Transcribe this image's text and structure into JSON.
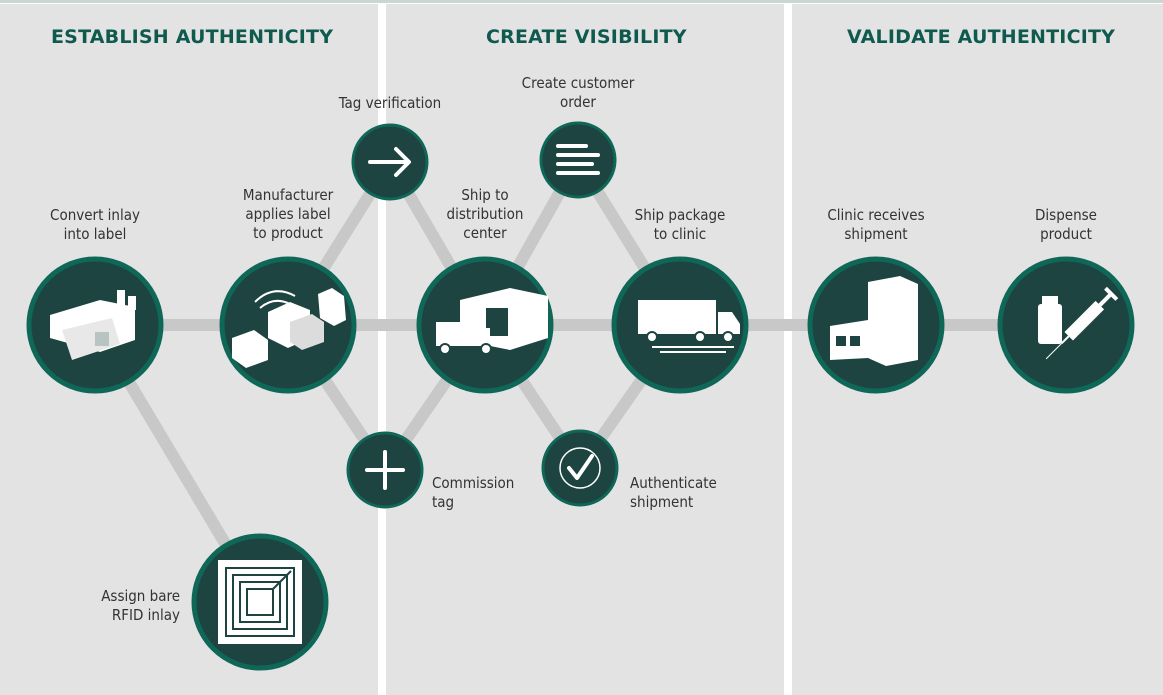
{
  "colors": {
    "panel_bg": "#e3e3e3",
    "circle_fill": "#1d4440",
    "circle_ring": "#0f6757",
    "heading": "#0f5a4e",
    "connector": "#c8c8c8",
    "icon": "#ffffff"
  },
  "headings": {
    "establish": "ESTABLISH AUTHENTICITY",
    "visibility": "CREATE VISIBILITY",
    "validate": "VALIDATE AUTHENTICITY"
  },
  "steps": {
    "convert": {
      "label": "Convert inlay\ninto label",
      "icon": "factory-icon"
    },
    "manufacturer": {
      "label": "Manufacturer\napplies label\nto product",
      "icon": "boxes-icon"
    },
    "ship_dc": {
      "label": "Ship to\ndistribution\ncenter",
      "icon": "warehouse-truck-icon"
    },
    "ship_clinic": {
      "label": "Ship package\nto clinic",
      "icon": "truck-icon"
    },
    "clinic": {
      "label": "Clinic receives\nshipment",
      "icon": "building-icon"
    },
    "dispense": {
      "label": "Dispense\nproduct",
      "icon": "vial-syringe-icon"
    },
    "rfid": {
      "label": "Assign bare\nRFID inlay",
      "icon": "rfid-inlay-icon"
    },
    "tag_verification": {
      "label": "Tag verification",
      "icon": "arrow-right-icon"
    },
    "create_order": {
      "label": "Create customer\norder",
      "icon": "list-lines-icon"
    },
    "commission": {
      "label": "Commission\ntag",
      "icon": "plus-icon"
    },
    "authenticate": {
      "label": "Authenticate\nshipment",
      "icon": "checkmark-icon"
    }
  }
}
